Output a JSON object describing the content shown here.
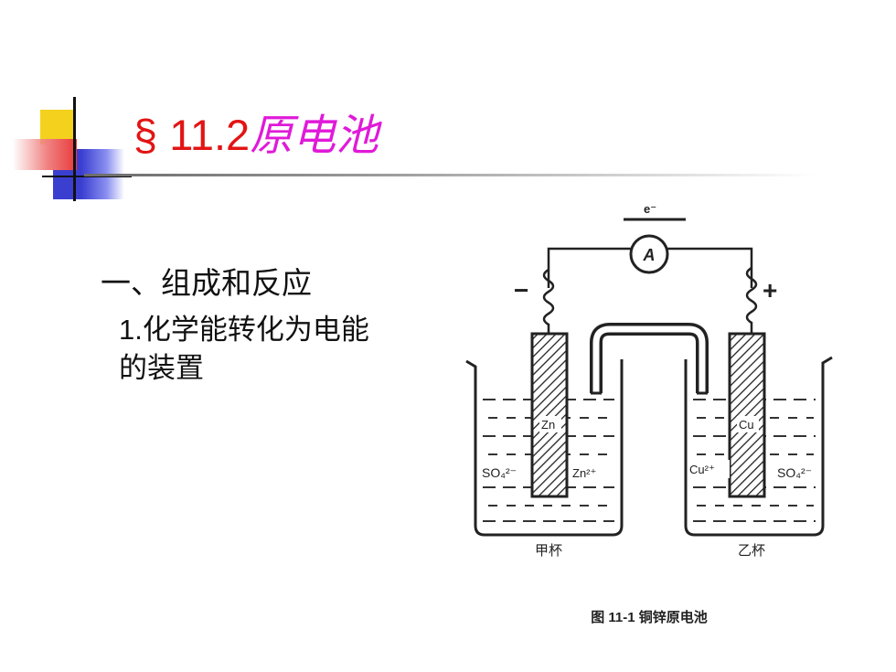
{
  "title": {
    "section": "§ 11.2",
    "name": "原电池"
  },
  "content": {
    "item1": "一、组成和反应",
    "item2_num": "1.",
    "item2_text": "化学能转化为电能的装置"
  },
  "figure": {
    "electron": "e⁻",
    "ammeter": "A",
    "minus_sign": "−",
    "plus_sign": "+",
    "zn_label": "Zn",
    "so4_left": "SO₄²⁻",
    "zn_ion": "Zn²⁺",
    "cu_ion": "Cu²⁺",
    "cu_label": "Cu",
    "so4_right": "SO₄²⁻",
    "beaker_left": "甲杯",
    "beaker_right": "乙杯",
    "caption": "图 11-1  铜锌原电池"
  }
}
